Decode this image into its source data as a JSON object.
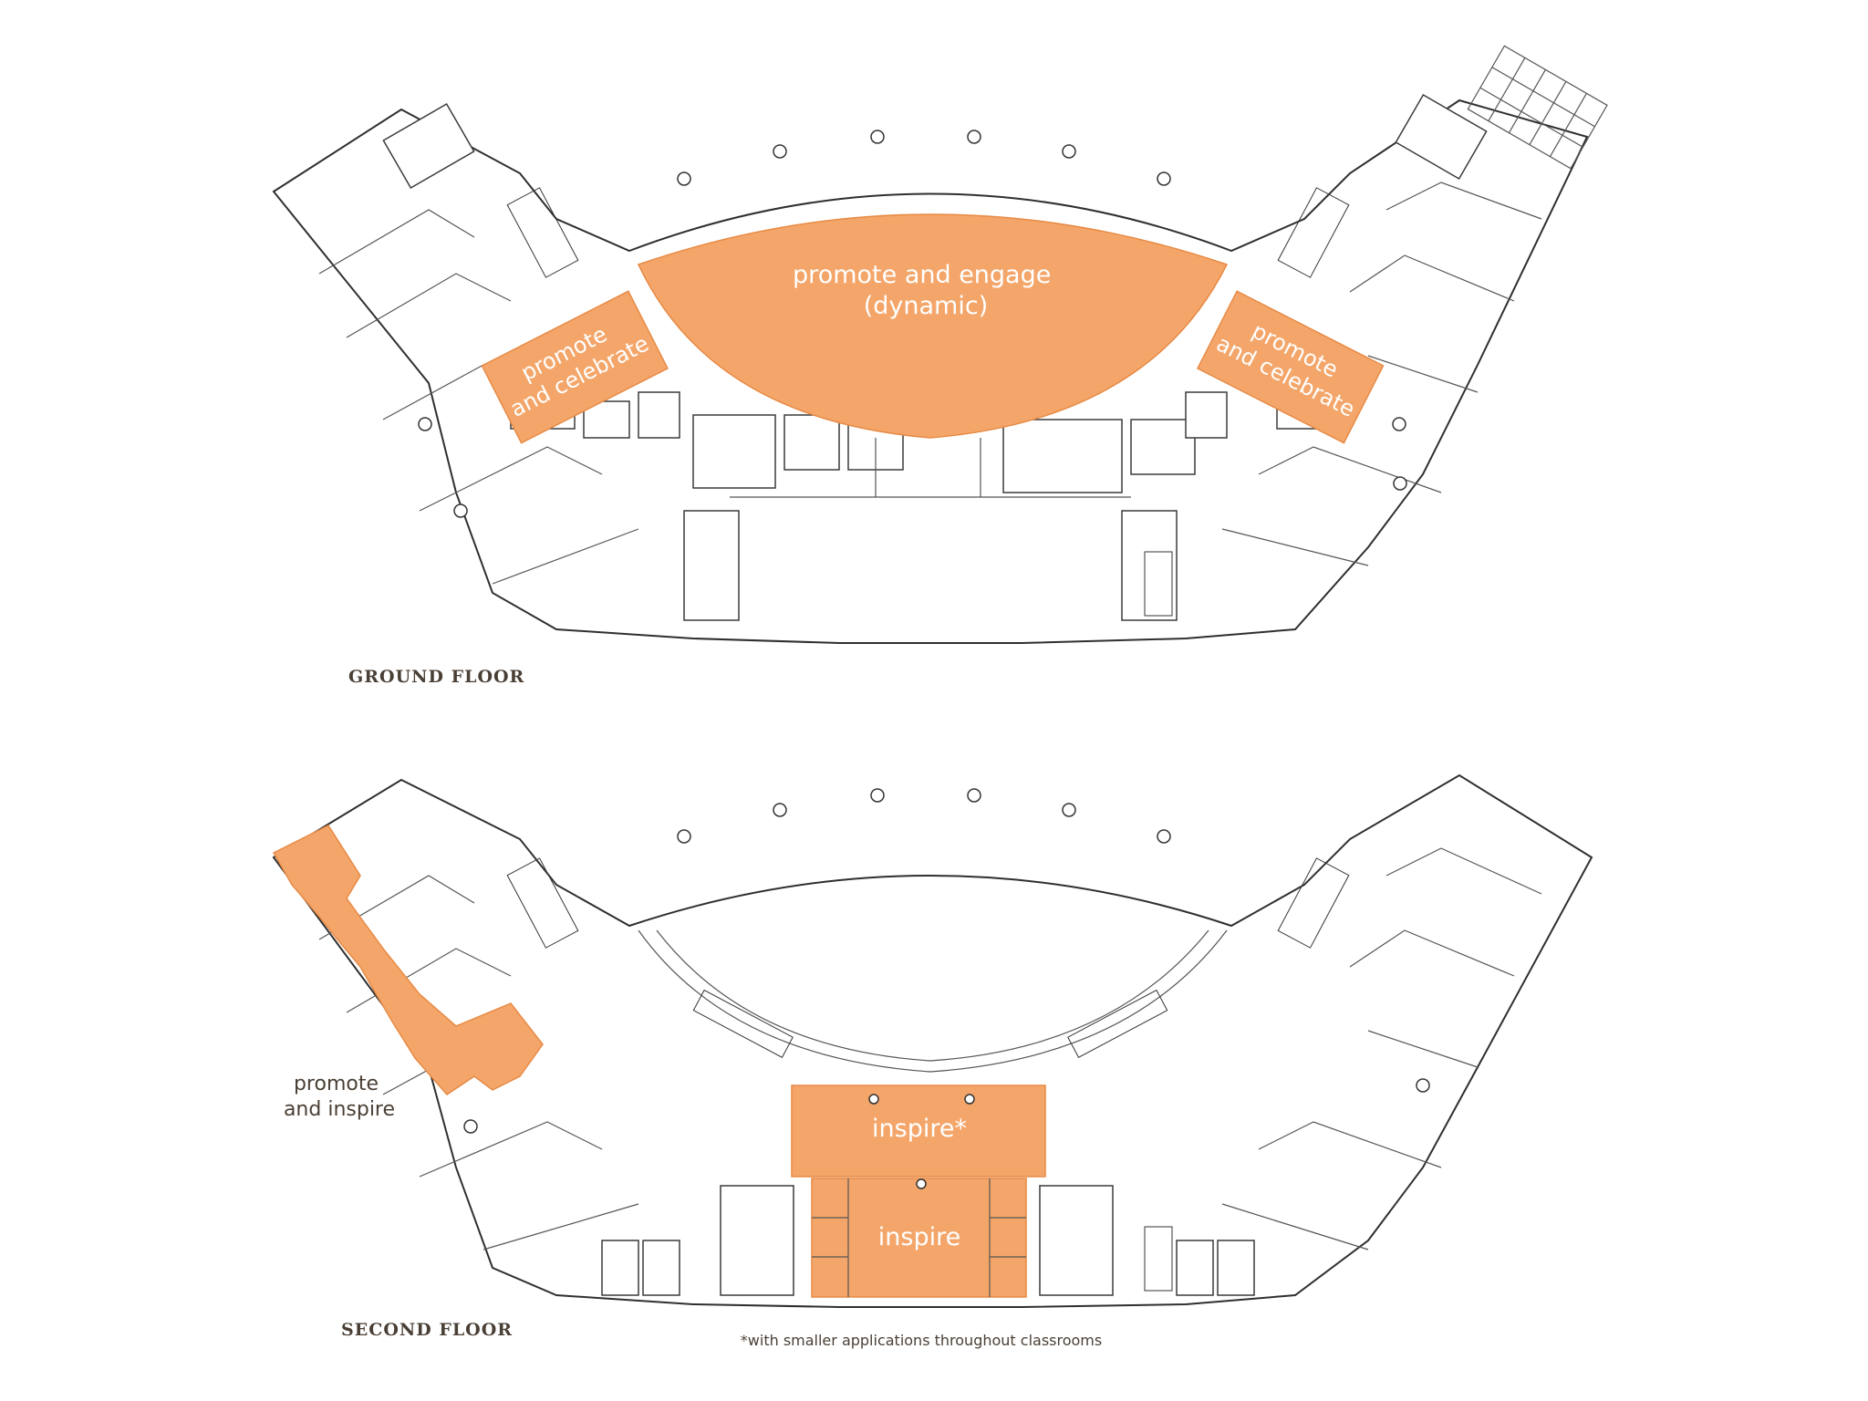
{
  "colors": {
    "highlight": "#F4A66A",
    "highlight_stroke": "#E78A45",
    "line": "#2F2F2F",
    "text_dark": "#4A3F35"
  },
  "ground_floor": {
    "title": "GROUND FLOOR",
    "zones": {
      "center": [
        "promote and engage",
        "(dynamic)"
      ],
      "left": [
        "promote",
        "and celebrate"
      ],
      "right": [
        "promote",
        "and celebrate"
      ]
    }
  },
  "second_floor": {
    "title": "SECOND FLOOR",
    "zones": {
      "left_label": [
        "promote",
        "and inspire"
      ],
      "upper_center": "inspire*",
      "lower_center": "inspire"
    }
  },
  "footnote": "*with smaller applications throughout classrooms"
}
